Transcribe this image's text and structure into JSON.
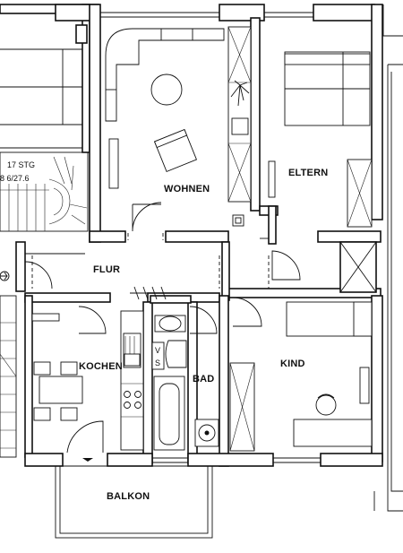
{
  "rooms": {
    "wohnen": "WOHNEN",
    "eltern": "ELTERN",
    "flur": "FLUR",
    "kochen": "KOCHEN",
    "bad": "BAD",
    "kind": "KIND",
    "balkon": "BALKON"
  },
  "stair": {
    "line1": "17 STG",
    "line2": "8 6/27.6"
  },
  "labels": {
    "vs": "VS",
    "vs_v": "V",
    "vs_s": "S"
  },
  "icons": [
    "sofa-icon",
    "armchair-icon",
    "coffee-table-icon",
    "plant-icon",
    "tv-icon",
    "double-bed-icon",
    "single-bed-icon",
    "wardrobe-icon",
    "desk-icon",
    "chair-icon",
    "dining-table-icon",
    "stove-icon",
    "sink-icon",
    "bathtub-icon",
    "toilet-icon",
    "washbasin-icon",
    "washing-machine-icon",
    "radiator-icon",
    "door-icon",
    "window-icon",
    "staircase-icon"
  ],
  "colors": {
    "line": "#111111",
    "background": "#ffffff"
  }
}
